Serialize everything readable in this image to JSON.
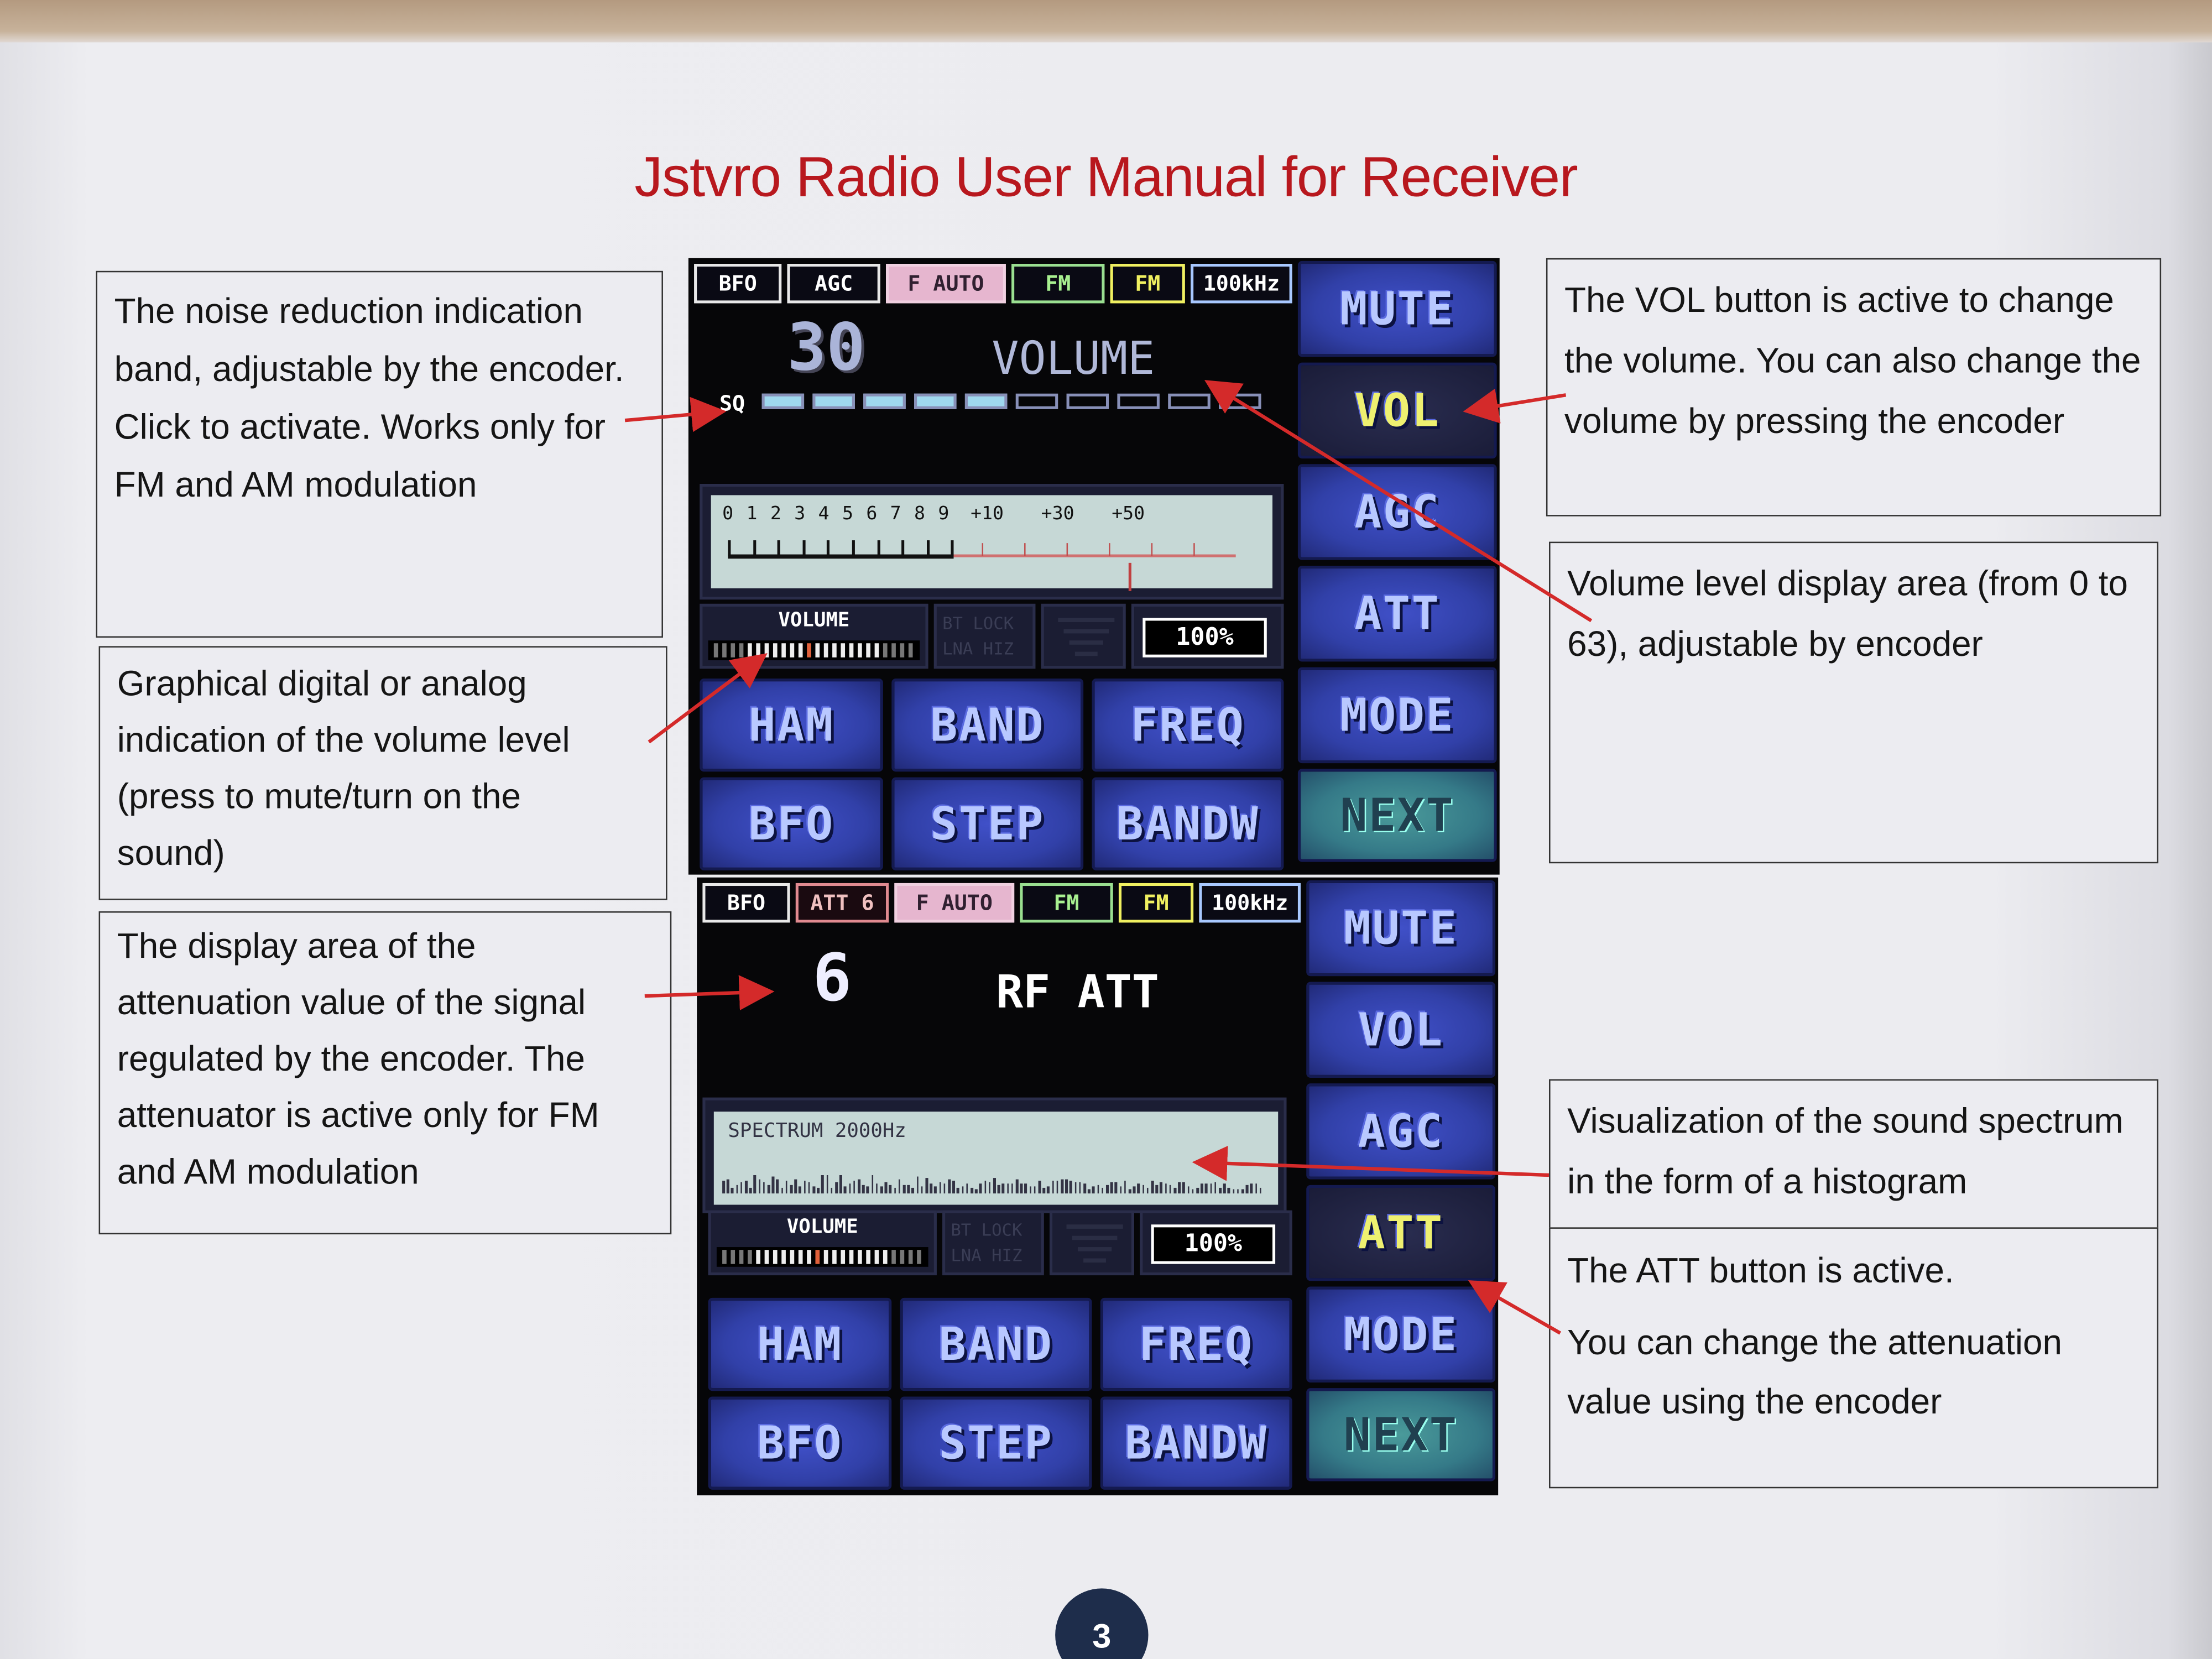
{
  "title": "Jstvro Radio User Manual for Receiver",
  "page_number": "3",
  "left_notes": [
    [
      "The noise reduction indication",
      "band, adjustable by the encoder.",
      "Click to activate. Works only for",
      "FM and AM modulation"
    ],
    [
      "Graphical digital or analog",
      "indication of the volume level",
      "(press to mute/turn on the",
      "sound)"
    ],
    [
      "The display area of the",
      "attenuation value of the signal",
      "regulated by the encoder. The",
      "attenuator is active only for FM",
      "and AM modulation"
    ]
  ],
  "right_notes": [
    [
      "The VOL button is active to change",
      "the volume. You can also change the",
      "volume by pressing the encoder"
    ],
    [
      "Volume level display area (from 0 to",
      "63), adjustable by encoder"
    ],
    [
      "Visualization of the sound spectrum",
      "in the form of a histogram"
    ],
    [
      "The ATT button is active.",
      "",
      "You can change the attenuation",
      "value using the encoder"
    ]
  ],
  "colors": {
    "title": "#b8181e",
    "arrow": "#d42a2a",
    "active_button": "#eef070"
  },
  "screens": [
    {
      "status": [
        {
          "label": "BFO",
          "style": "white"
        },
        {
          "label": "AGC",
          "style": "white"
        },
        {
          "label": "F AUTO",
          "style": "pink"
        },
        {
          "label": "FM",
          "style": "green"
        },
        {
          "label": "FM",
          "style": "yellow"
        },
        {
          "label": "100kHz",
          "style": "blue"
        }
      ],
      "value": "30",
      "value_label": "VOLUME",
      "sq_label": "SQ",
      "sq_level": 5,
      "sq_segments": 10,
      "meter": {
        "scale": [
          "0",
          "1",
          "2",
          "3",
          "4",
          "5",
          "6",
          "7",
          "8",
          "9",
          "+10",
          "+30",
          "+50"
        ]
      },
      "volume_label": "VOLUME",
      "bt_lock": "BT LOCK",
      "lna": "LNA HIZ",
      "percent": "100%",
      "grid": [
        "HAM",
        "BAND",
        "FREQ",
        "BFO",
        "STEP",
        "BANDW"
      ],
      "side": [
        "MUTE",
        "VOL",
        "AGC",
        "ATT",
        "MODE",
        "NEXT"
      ],
      "active": "VOL"
    },
    {
      "status": [
        {
          "label": "BFO",
          "style": "white"
        },
        {
          "label": "ATT 6",
          "style": "red"
        },
        {
          "label": "F AUTO",
          "style": "pink"
        },
        {
          "label": "FM",
          "style": "green"
        },
        {
          "label": "FM",
          "style": "yellow"
        },
        {
          "label": "100kHz",
          "style": "blue"
        }
      ],
      "value": "6",
      "value_label": "RF ATT",
      "spectrum_label": "SPECTRUM 2000Hz",
      "volume_label": "VOLUME",
      "bt_lock": "BT LOCK",
      "lna": "LNA HIZ",
      "percent": "100%",
      "grid": [
        "HAM",
        "BAND",
        "FREQ",
        "BFO",
        "STEP",
        "BANDW"
      ],
      "side": [
        "MUTE",
        "VOL",
        "AGC",
        "ATT",
        "MODE",
        "NEXT"
      ],
      "active": "ATT"
    }
  ]
}
